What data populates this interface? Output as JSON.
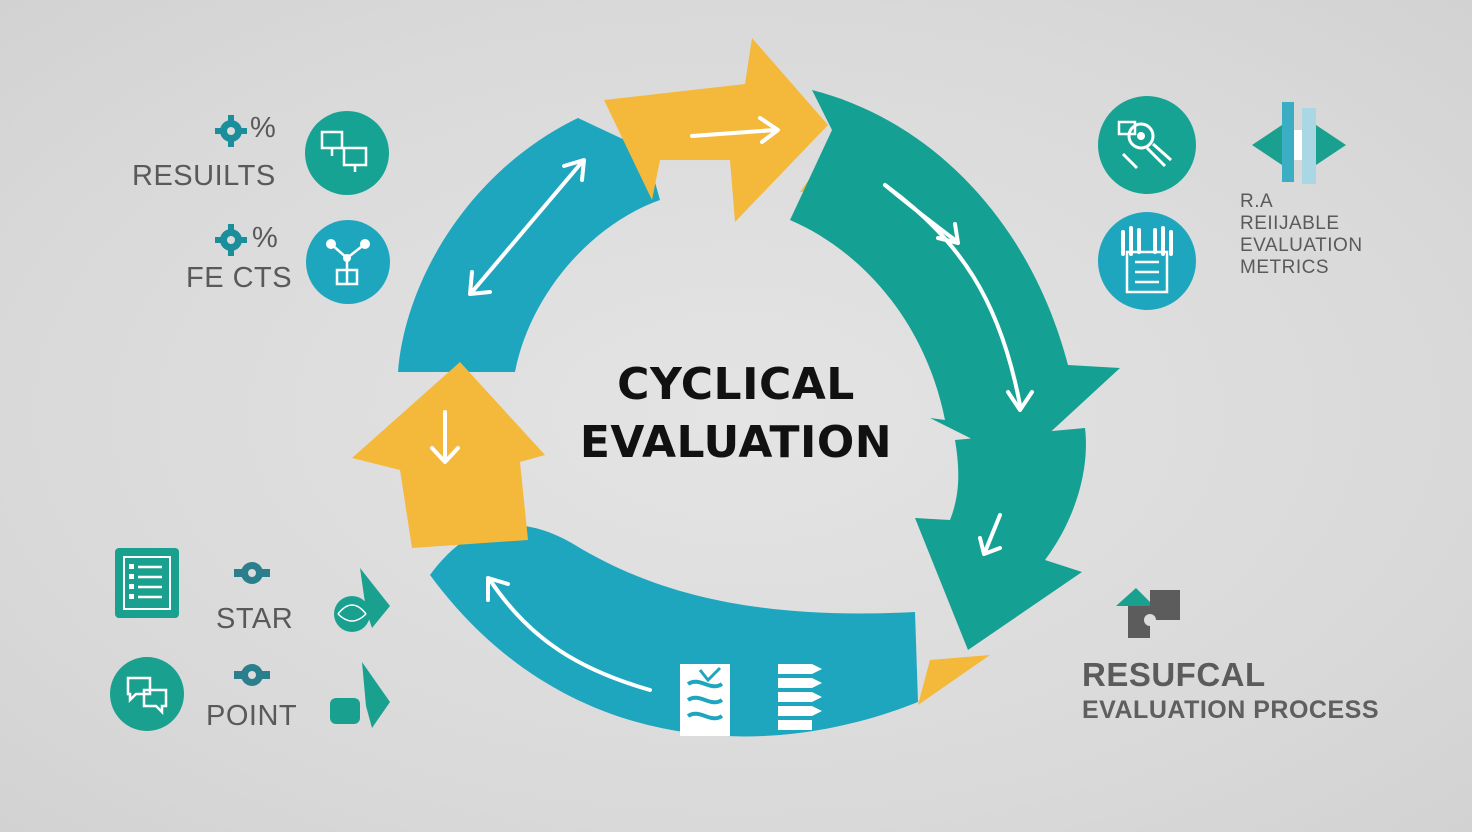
{
  "center": {
    "line1": "CYCLICAL",
    "line2": "EVALUATION"
  },
  "left_labels": {
    "results": "RESUILTS",
    "facts": "FE CTS",
    "start": "STAR",
    "point": "POINT",
    "percent_1": "%",
    "percent_2": "%"
  },
  "right_labels": {
    "metrics_prefix": "R.A",
    "metrics_line1": "REIIJABLE",
    "metrics_line2": "EVALUATION",
    "metrics_line3": "METRICS",
    "process_title": "RESUFCAL",
    "process_sub": "EVALUATION PROCESS"
  },
  "colors": {
    "background": "#dcdcdc",
    "teal_blue": "#1ea6bf",
    "teal_green": "#14a092",
    "yellow": "#f4b93a",
    "text_dark": "#111111",
    "text_gray": "#595959"
  },
  "icons": {
    "results_circle": "computer-monitors-icon",
    "facts_circle": "network-nodes-icon",
    "metrics_circle_1": "gears-icon",
    "metrics_circle_2": "clipboard-hands-icon",
    "top_right_symbol": "split-arrows-icon",
    "start_square": "checklist-icon",
    "point_circle": "chat-bubbles-icon",
    "puzzle": "puzzle-gear-icon",
    "hand": "hand-globe-icon",
    "process_symbol": "puzzle-pieces-icon",
    "bottom_doc_1": "document-waves-icon",
    "bottom_doc_2": "list-lines-icon"
  }
}
